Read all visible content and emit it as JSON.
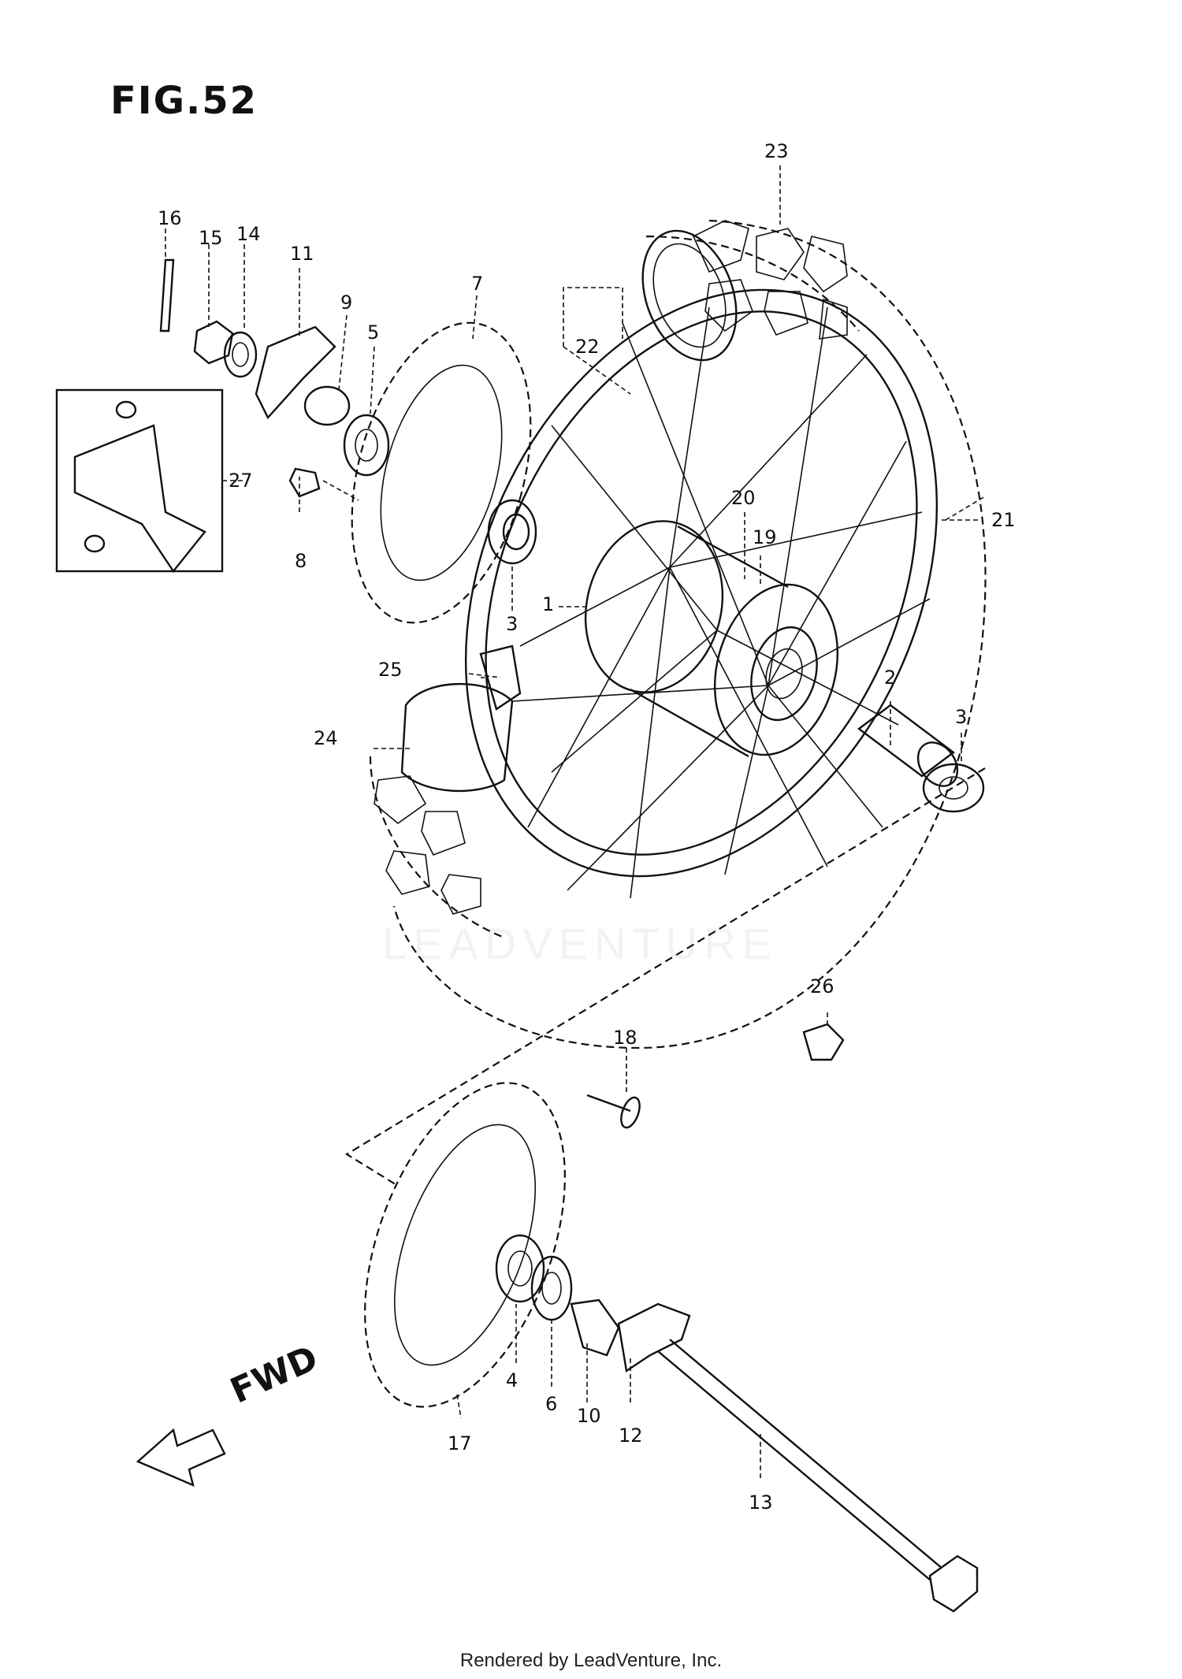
{
  "figure": {
    "title": "FIG.52",
    "direction_label": "FWD",
    "watermark": "LEADVENTURE",
    "footer": "Rendered by LeadVenture, Inc."
  },
  "callouts": {
    "c1": "1",
    "c2": "2",
    "c3a": "3",
    "c3b": "3",
    "c4": "4",
    "c5": "5",
    "c6": "6",
    "c7": "7",
    "c8": "8",
    "c9": "9",
    "c10": "10",
    "c11": "11",
    "c12": "12",
    "c13": "13",
    "c14": "14",
    "c15": "15",
    "c16": "16",
    "c17": "17",
    "c18": "18",
    "c19": "19",
    "c20": "20",
    "c21": "21",
    "c22": "22",
    "c23": "23",
    "c24": "24",
    "c25": "25",
    "c26": "26",
    "c27": "27"
  },
  "icons": {
    "direction_arrow": "fwd-arrow-icon"
  }
}
